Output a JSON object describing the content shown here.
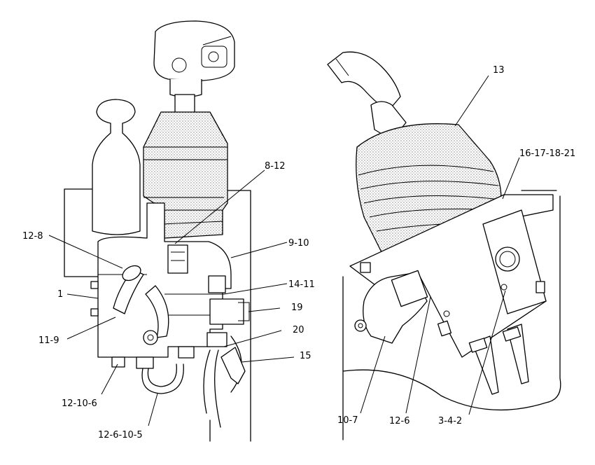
{
  "callouts_left": {
    "c_8_12": "8-12",
    "c_12_8": "12-8",
    "c_9_10": "9-10",
    "c_14_11": "14-11",
    "c_1": "1",
    "c_19": "19",
    "c_11_9": "11-9",
    "c_20": "20",
    "c_15": "15",
    "c_12_10_6": "12-10-6",
    "c_12_6_10_5": "12-6-10-5"
  },
  "callouts_right": {
    "c_13": "13",
    "c_16_17_18_21": "16-17-18-21",
    "c_10_7": "10-7",
    "c_12_6": "12-6",
    "c_3_4_2": "3-4-2"
  }
}
